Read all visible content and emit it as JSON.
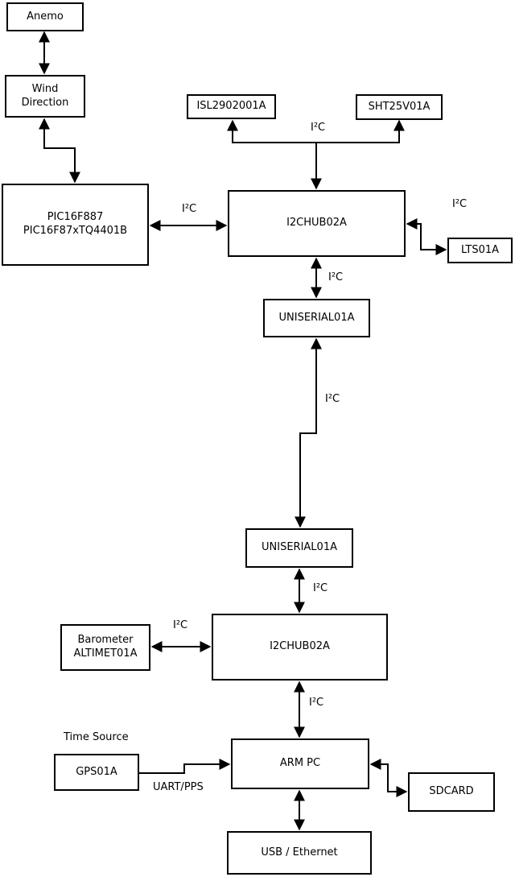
{
  "diagram": {
    "colors": {
      "line": "#000000",
      "background": "#ffffff",
      "box_fill": "#ffffff",
      "text": "#000000"
    },
    "nodes": {
      "anemo": {
        "label": "Anemo"
      },
      "wind": {
        "label": "Wind\nDirection"
      },
      "pic": {
        "label": "PIC16F887\nPIC16F87xTQ4401B"
      },
      "isl": {
        "label": "ISL2902001A"
      },
      "sht": {
        "label": "SHT25V01A"
      },
      "hub1": {
        "label": "I2CHUB02A"
      },
      "lts": {
        "label": "LTS01A"
      },
      "uni1": {
        "label": "UNISERIAL01A"
      },
      "uni2": {
        "label": "UNISERIAL01A"
      },
      "hub2": {
        "label": "I2CHUB02A"
      },
      "baro": {
        "label": "Barometer\nALTIMET01A"
      },
      "arm": {
        "label": "ARM PC"
      },
      "gps": {
        "label": "GPS01A"
      },
      "sdcard": {
        "label": "SDCARD"
      },
      "usb": {
        "label": "USB / Ethernet"
      }
    },
    "edge_labels": {
      "sensors_i2c": "I²C",
      "pic_hub_i2c": "I²C",
      "lts_i2c": "I²C",
      "hub_uni_i2c": "I²C",
      "long_link_i2c": "I²C",
      "uni_hub2_i2c": "I²C",
      "baro_i2c": "I²C",
      "hub2_arm_i2c": "I²C",
      "uart_pps": "UART/PPS"
    },
    "annotations": {
      "time_source": "Time Source"
    },
    "edges": [
      {
        "from": "anemo",
        "to": "wind",
        "bidirectional": true,
        "label": ""
      },
      {
        "from": "wind",
        "to": "pic",
        "bidirectional": true,
        "label": ""
      },
      {
        "from": "hub1",
        "to": "isl",
        "bidirectional": false,
        "label": "I²C"
      },
      {
        "from": "hub1",
        "to": "sht",
        "bidirectional": false,
        "label": "I²C"
      },
      {
        "from": "pic",
        "to": "hub1",
        "bidirectional": true,
        "label": "I²C"
      },
      {
        "from": "hub1",
        "to": "lts",
        "bidirectional": true,
        "label": "I²C"
      },
      {
        "from": "hub1",
        "to": "uni1",
        "bidirectional": true,
        "label": "I²C"
      },
      {
        "from": "uni1",
        "to": "uni2",
        "bidirectional": true,
        "label": "I²C"
      },
      {
        "from": "uni2",
        "to": "hub2",
        "bidirectional": true,
        "label": "I²C"
      },
      {
        "from": "baro",
        "to": "hub2",
        "bidirectional": true,
        "label": "I²C"
      },
      {
        "from": "hub2",
        "to": "arm",
        "bidirectional": true,
        "label": "I²C"
      },
      {
        "from": "gps",
        "to": "arm",
        "bidirectional": false,
        "label": "UART/PPS"
      },
      {
        "from": "arm",
        "to": "sdcard",
        "bidirectional": true,
        "label": ""
      },
      {
        "from": "arm",
        "to": "usb",
        "bidirectional": true,
        "label": ""
      }
    ]
  }
}
